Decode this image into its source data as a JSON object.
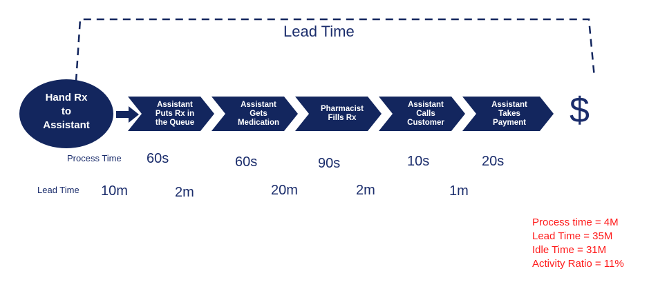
{
  "lead_time_title": "Lead Time",
  "start": {
    "label": "Hand Rx\nto\nAssistant"
  },
  "steps": [
    {
      "label": "Assistant\nPuts Rx in\nthe Queue"
    },
    {
      "label": "Assistant\nGets\nMedication"
    },
    {
      "label": "Pharmacist\nFills Rx"
    },
    {
      "label": "Assistant\nCalls\nCustomer"
    },
    {
      "label": "Assistant\nTakes\nPayment"
    }
  ],
  "end_symbol": "$",
  "process_time": {
    "label": "Process Time",
    "values": [
      "60s",
      "60s",
      "90s",
      "10s",
      "20s"
    ]
  },
  "lead_time_row": {
    "label": "Lead Time",
    "values": [
      "10m",
      "2m",
      "20m",
      "2m",
      "1m"
    ]
  },
  "summary": [
    "Process time = 4M",
    "Lead Time =  35M",
    "Idle Time = 31M",
    "Activity Ratio = 11%"
  ],
  "colors": {
    "navy": "#13265e",
    "summary_red": "#ff1a1a"
  }
}
